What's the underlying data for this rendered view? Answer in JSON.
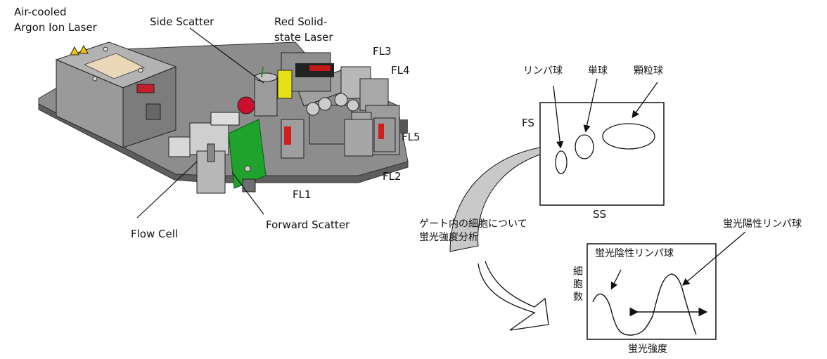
{
  "instrument": {
    "labels": {
      "argon_line1": "Air-cooled",
      "argon_line2": "Argon Ion Laser",
      "side_scatter": "Side Scatter",
      "red_laser_line1": "Red Solid-",
      "red_laser_line2": "state Laser",
      "fl3": "FL3",
      "fl4": "FL4",
      "fl5": "FL5",
      "fl2": "FL2",
      "fl1": "FL1",
      "flow_cell": "Flow Cell",
      "forward_scatter": "Forward Scatter"
    }
  },
  "scatter_plot": {
    "lymphocyte": "リンパ球",
    "monocyte": "単球",
    "granulocyte": "顆粒球",
    "y_axis": "FS",
    "x_axis": "SS"
  },
  "gate_caption": {
    "line1": "ゲート内の細胞について",
    "line2": "蛍光強度分析"
  },
  "histogram": {
    "positive": "蛍光陽性リンパ球",
    "negative": "蛍光陰性リンパ球",
    "y_axis": [
      "細",
      "胞",
      "数"
    ],
    "x_axis": "蛍光強度"
  }
}
